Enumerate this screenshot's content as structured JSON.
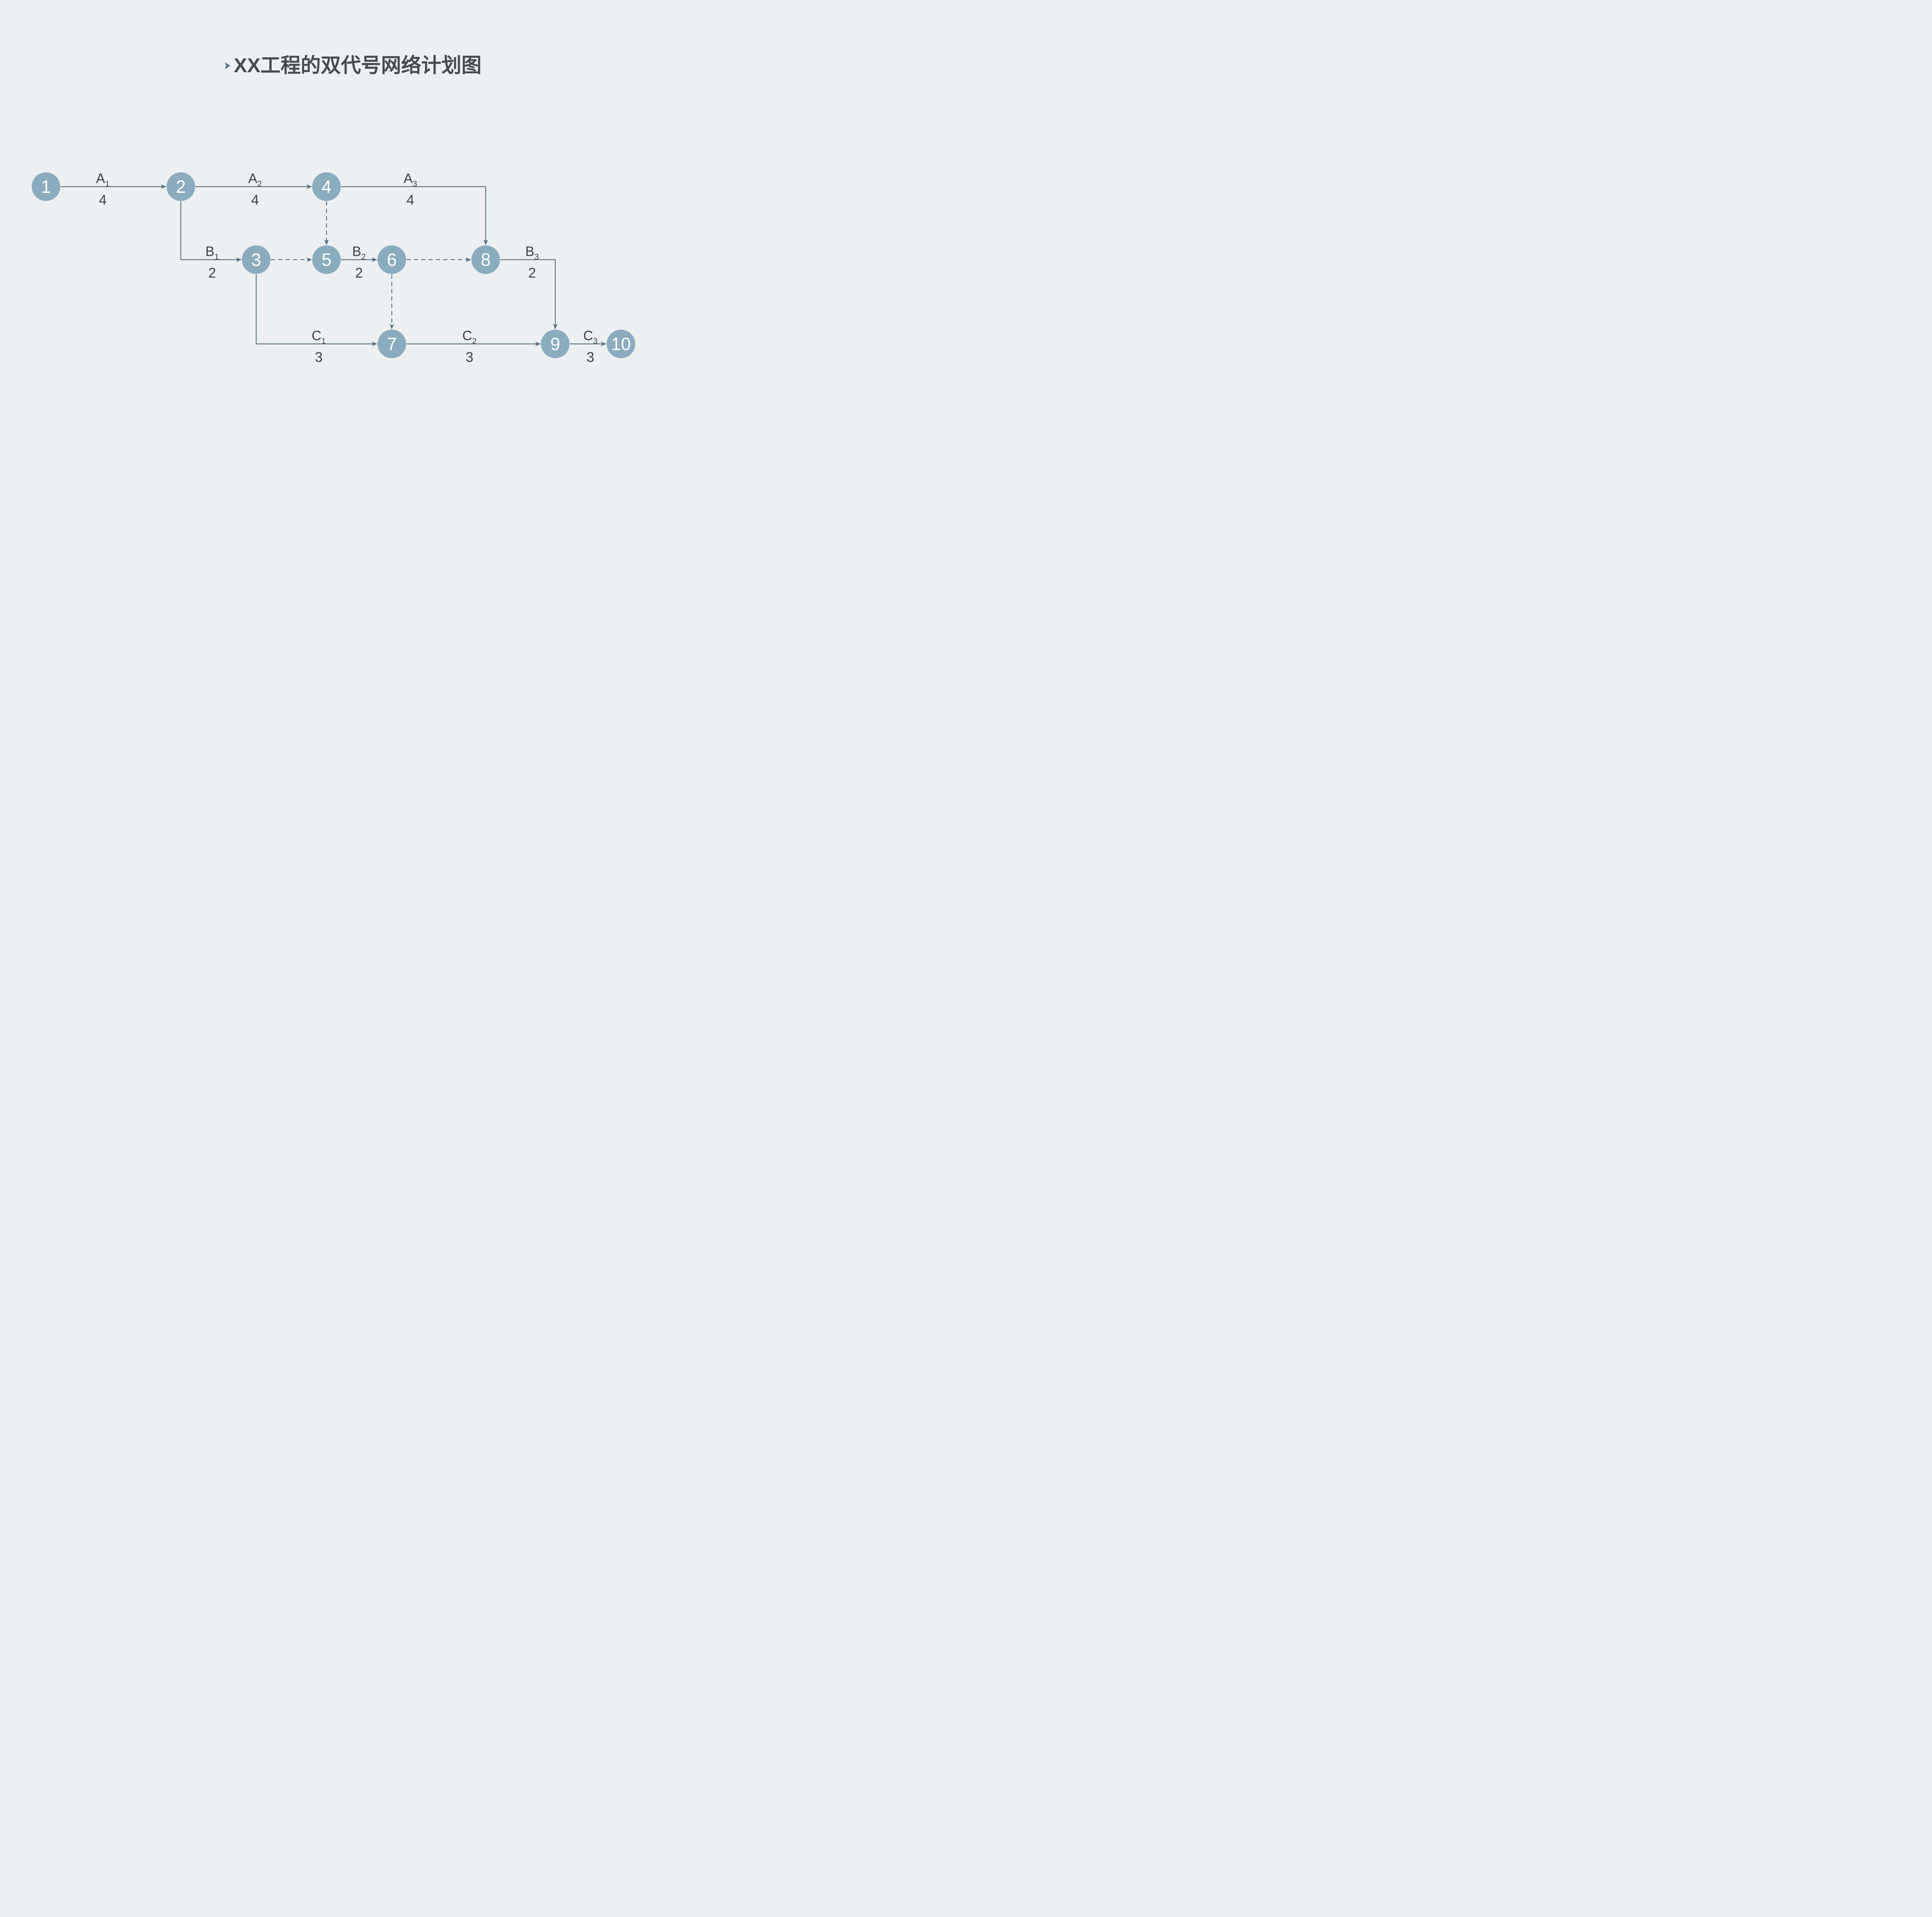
{
  "title": "XX工程的双代号网络计划图",
  "title_arrow_icon": "arrowhead-right-icon",
  "colors": {
    "background": "#ecf0f3",
    "node_fill": "#8aacbe",
    "node_text": "#ffffff",
    "edge_line": "#566f7e",
    "label_text": "#3e4245",
    "title_text": "#474a4e",
    "title_arrow": "#4e7086"
  },
  "diagram": {
    "nodes": [
      {
        "id": "1",
        "label": "1"
      },
      {
        "id": "2",
        "label": "2"
      },
      {
        "id": "3",
        "label": "3"
      },
      {
        "id": "4",
        "label": "4"
      },
      {
        "id": "5",
        "label": "5"
      },
      {
        "id": "6",
        "label": "6"
      },
      {
        "id": "7",
        "label": "7"
      },
      {
        "id": "8",
        "label": "8"
      },
      {
        "id": "9",
        "label": "9"
      },
      {
        "id": "10",
        "label": "10"
      }
    ],
    "edges": [
      {
        "from": "1",
        "to": "2",
        "style": "solid",
        "activity": "A",
        "sub": "1",
        "duration": "4"
      },
      {
        "from": "2",
        "to": "4",
        "style": "solid",
        "activity": "A",
        "sub": "2",
        "duration": "4"
      },
      {
        "from": "4",
        "to": "8",
        "style": "solid",
        "activity": "A",
        "sub": "3",
        "duration": "4"
      },
      {
        "from": "2",
        "to": "3",
        "style": "solid",
        "activity": "B",
        "sub": "1",
        "duration": "2"
      },
      {
        "from": "3",
        "to": "5",
        "style": "dashed"
      },
      {
        "from": "4",
        "to": "5",
        "style": "dashed"
      },
      {
        "from": "5",
        "to": "6",
        "style": "solid",
        "activity": "B",
        "sub": "2",
        "duration": "2"
      },
      {
        "from": "6",
        "to": "8",
        "style": "dashed"
      },
      {
        "from": "6",
        "to": "7",
        "style": "dashed"
      },
      {
        "from": "8",
        "to": "9",
        "style": "solid",
        "activity": "B",
        "sub": "3",
        "duration": "2"
      },
      {
        "from": "3",
        "to": "7",
        "style": "solid",
        "activity": "C",
        "sub": "1",
        "duration": "3"
      },
      {
        "from": "7",
        "to": "9",
        "style": "solid",
        "activity": "C",
        "sub": "2",
        "duration": "3"
      },
      {
        "from": "9",
        "to": "10",
        "style": "solid",
        "activity": "C",
        "sub": "3",
        "duration": "3"
      }
    ]
  }
}
